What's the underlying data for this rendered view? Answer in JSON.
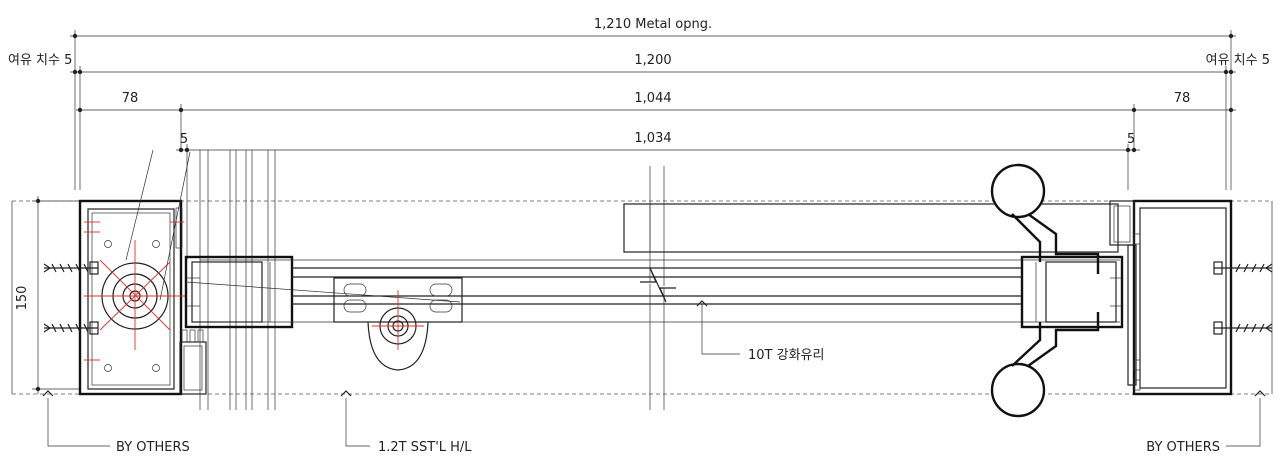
{
  "dimensions": {
    "metal_opening": "1,210 Metal opng.",
    "clearance_left": "여유  치수 5",
    "clearance_right": "여유  치수 5",
    "inner_width": "1,200",
    "left_offset": "78",
    "middle_width": "1,044",
    "right_offset": "78",
    "small_left": "5",
    "glass_width": "1,034",
    "small_right": "5",
    "depth": "150"
  },
  "labels": {
    "by_others_left": "BY OTHERS",
    "handle": "1.2T SST'L H/L",
    "glass": "10T 강화유리",
    "by_others_right": "BY OTHERS"
  },
  "colors": {
    "line": "#222222",
    "centerline": "#e0302a"
  }
}
